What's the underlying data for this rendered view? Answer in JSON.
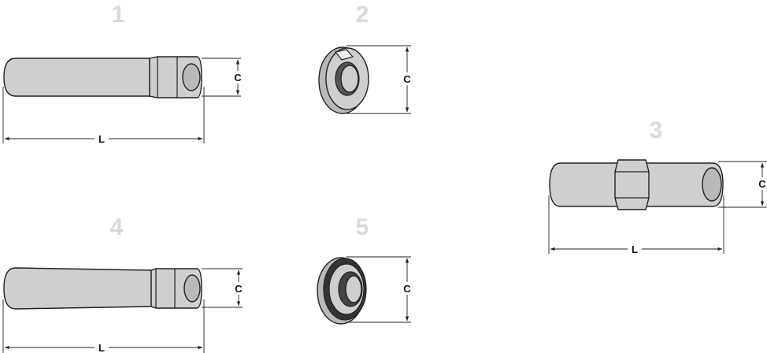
{
  "items": [
    {
      "number": "1",
      "c_label": "C",
      "l_label": "L"
    },
    {
      "number": "2",
      "c_label": "C"
    },
    {
      "number": "3",
      "c_label": "C",
      "l_label": "L"
    },
    {
      "number": "4",
      "c_label": "C",
      "l_label": "L"
    },
    {
      "number": "5",
      "c_label": "C"
    }
  ]
}
